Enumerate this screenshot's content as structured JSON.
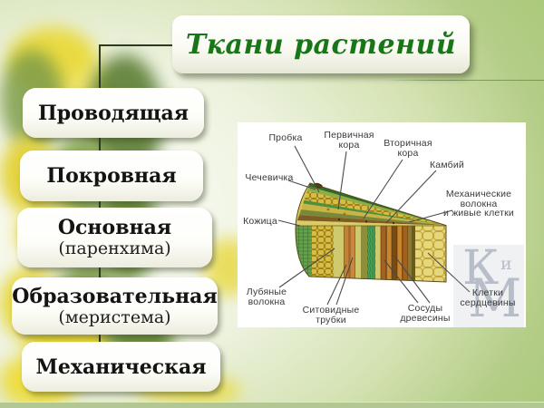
{
  "title": {
    "text": "Ткани растений"
  },
  "tissues": [
    {
      "label": "Проводящая",
      "sub": ""
    },
    {
      "label": "Покровная",
      "sub": ""
    },
    {
      "label": "Основная",
      "sub": "(паренхима)"
    },
    {
      "label": "Образовательная",
      "sub": "(меристема)"
    },
    {
      "label": "Механическая",
      "sub": ""
    }
  ],
  "diagram": {
    "labels": [
      {
        "text": "Пробка"
      },
      {
        "text": "Первичная\nкора"
      },
      {
        "text": "Вторичная\nкора"
      },
      {
        "text": "Камбий"
      },
      {
        "text": "Чечевичка"
      },
      {
        "text": "Механические\nволокна\nи живые клетки"
      },
      {
        "text": "Кожица"
      },
      {
        "text": "Лубяные\nволокна"
      },
      {
        "text": "Ситовидные\nтрубки"
      },
      {
        "text": "Сосуды\nдревесины"
      },
      {
        "text": "Клетки\nсердцевины"
      }
    ],
    "watermark": {
      "k": "К",
      "i": "и",
      "m": "М"
    }
  },
  "colors": {
    "title_green": "#187618",
    "slide_green": "#a9c877",
    "box_text": "#141414",
    "label_text": "#3a3a3a",
    "watermark_gray": "#b7bec9"
  }
}
